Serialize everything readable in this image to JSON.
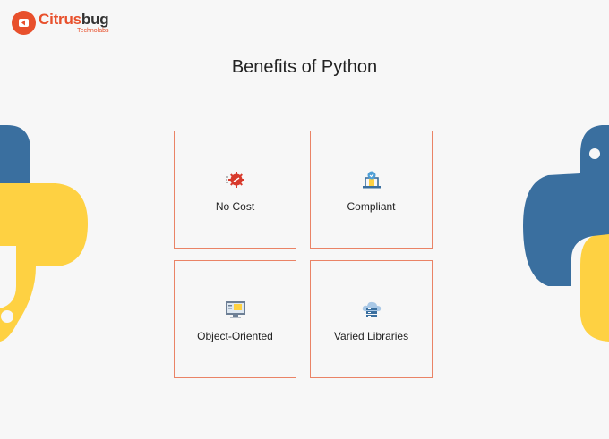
{
  "brand": {
    "name_part1": "Citrus",
    "name_part2": "bug",
    "tagline": "Technolabs",
    "accent": "#e8502c"
  },
  "title": "Benefits of Python",
  "cards": [
    {
      "label": "No Cost",
      "icon": "no-cost-gear-icon"
    },
    {
      "label": "Compliant",
      "icon": "compliant-badge-icon"
    },
    {
      "label": "Object-Oriented",
      "icon": "monitor-icon"
    },
    {
      "label": "Varied Libraries",
      "icon": "cloud-library-icon"
    }
  ],
  "colors": {
    "python_blue": "#3a6f9f",
    "python_yellow": "#fed142",
    "card_border": "#ea8366",
    "background": "#f7f7f7"
  }
}
